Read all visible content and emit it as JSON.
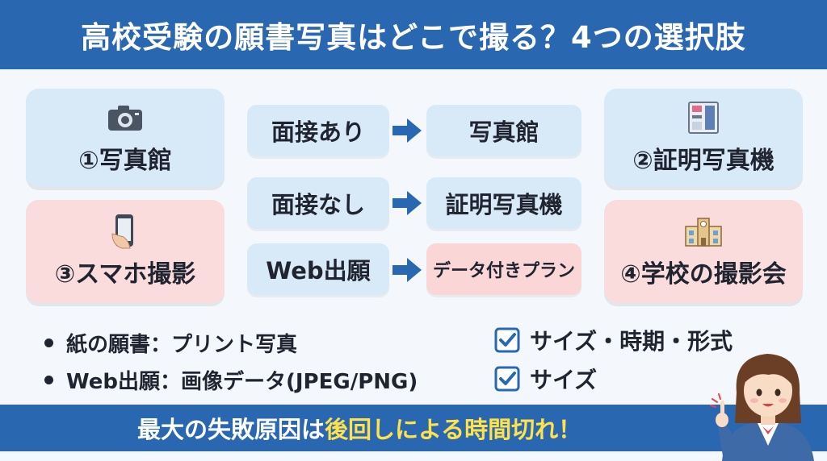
{
  "title": "高校受験の願書写真はどこで撮る？4つの選択肢",
  "cards": {
    "studio": {
      "label": "①写真館",
      "icon": "camera-icon"
    },
    "booth": {
      "label": "②証明写真機",
      "icon": "photo-booth-icon"
    },
    "smartphone": {
      "label": "③スマホ撮影",
      "icon": "smartphone-icon"
    },
    "school": {
      "label": "④学校の撮影会",
      "icon": "school-building-icon"
    }
  },
  "flows": [
    {
      "condition": "面接あり",
      "result": "写真館"
    },
    {
      "condition": "面接なし",
      "result": "証明写真機"
    },
    {
      "condition": "Web出願",
      "result": "データ付きプラン"
    }
  ],
  "bullets": [
    "紙の願書：プリント写真",
    "Web出願：画像データ(JPEG/PNG)"
  ],
  "checks": [
    "サイズ・時期・形式",
    "サイズ"
  ],
  "footer": {
    "lead": "最大の失敗原因は",
    "highlight": "後回しによる時間切れ！"
  },
  "colors": {
    "header_blue": "#2a67b1",
    "card_blue": "#d8e9f8",
    "card_pink": "#fadcdc",
    "highlight_yellow": "#ffe24a"
  }
}
